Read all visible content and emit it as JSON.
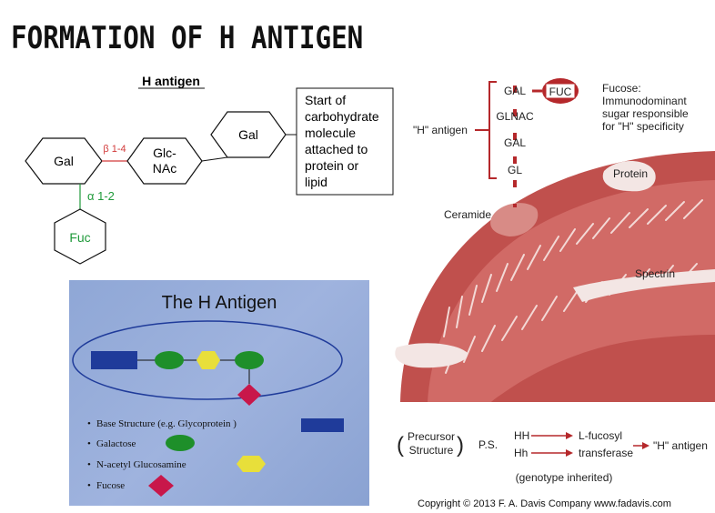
{
  "title": "FORMATION OF H ANTIGEN",
  "left_diagram": {
    "heading": "H antigen",
    "gal1": "Gal",
    "glc_nac_line1": "Glc-",
    "glc_nac_line2": "NAc",
    "gal2": "Gal",
    "fuc": "Fuc",
    "beta_link": "β 1-4",
    "alpha_link": "α 1-2",
    "box_lines": [
      "Start of",
      "carbohydrate",
      "molecule",
      "attached to",
      "protein or",
      "lipid"
    ],
    "colors": {
      "beta": "#d23a3a",
      "alpha": "#1f9a3a"
    }
  },
  "legend_panel": {
    "title": "The H Antigen",
    "items": [
      {
        "label": "Base Structure (e.g. Glycoprotein )",
        "shape": "rectangle",
        "color": "#1f3b9a"
      },
      {
        "label": "Galactose",
        "shape": "ellipse",
        "color": "#1e8f2a"
      },
      {
        "label": "N-acetyl Glucosamine",
        "shape": "hexagon",
        "color": "#e8df3a"
      },
      {
        "label": "Fucose",
        "shape": "diamond",
        "color": "#c8174a"
      }
    ],
    "bullet": "•"
  },
  "membrane_diagram": {
    "chain": [
      "GAL",
      "GLNAC",
      "GAL",
      "GL"
    ],
    "fuc": "FUC",
    "h_antigen_label": "\"H\" antigen",
    "fucose_note": [
      "Fucose:",
      "Immunodominant",
      "sugar responsible",
      "for \"H\" specificity"
    ],
    "ceramide": "Ceramide",
    "protein": "Protein",
    "spectrin": "Spectrin",
    "colors": {
      "membrane": "#c0504d",
      "membrane_dark": "#9e3532",
      "accent": "#b5282b"
    }
  },
  "reaction": {
    "precursor_line1": "Precursor",
    "precursor_line2": "Structure",
    "ps": "P.S.",
    "hh_upper": "HH",
    "hh_lower": "Hh",
    "enzyme_line1": "L-fucosyl",
    "enzyme_line2": "transferase",
    "product": "\"H\" antigen",
    "note": "(genotype inherited)"
  },
  "copyright": "Copyright © 2013  F. A. Davis Company   www.fadavis.com"
}
